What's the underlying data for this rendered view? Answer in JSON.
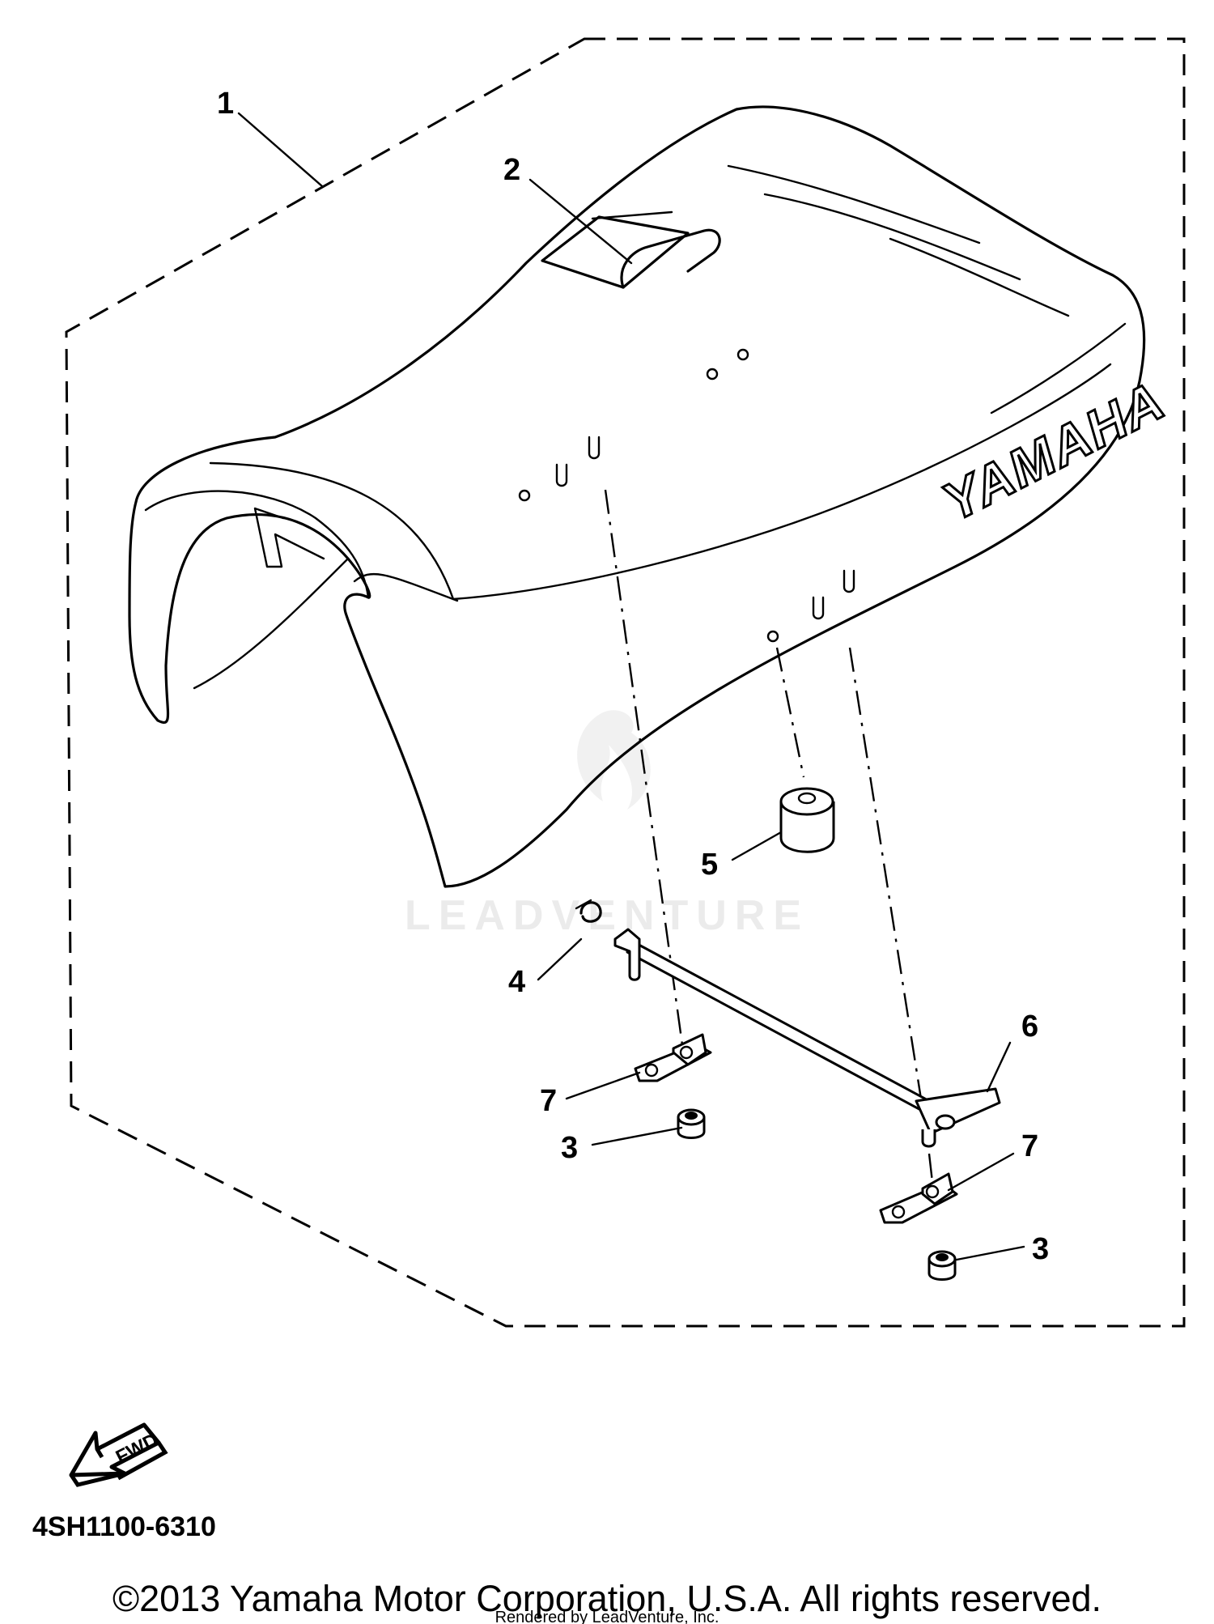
{
  "diagram": {
    "brand_text": "YAMAHA",
    "callouts": [
      "1",
      "2",
      "3",
      "4",
      "5",
      "6",
      "7",
      "7",
      "3"
    ],
    "direction_label": "FWD",
    "figure_code": "4SH1100-6310",
    "watermark_text": "LEADVENTURE",
    "copyright": "©2013 Yamaha Motor Corporation, U.S.A. All rights reserved.",
    "rendered_by": "Rendered by LeadVenture, Inc."
  }
}
